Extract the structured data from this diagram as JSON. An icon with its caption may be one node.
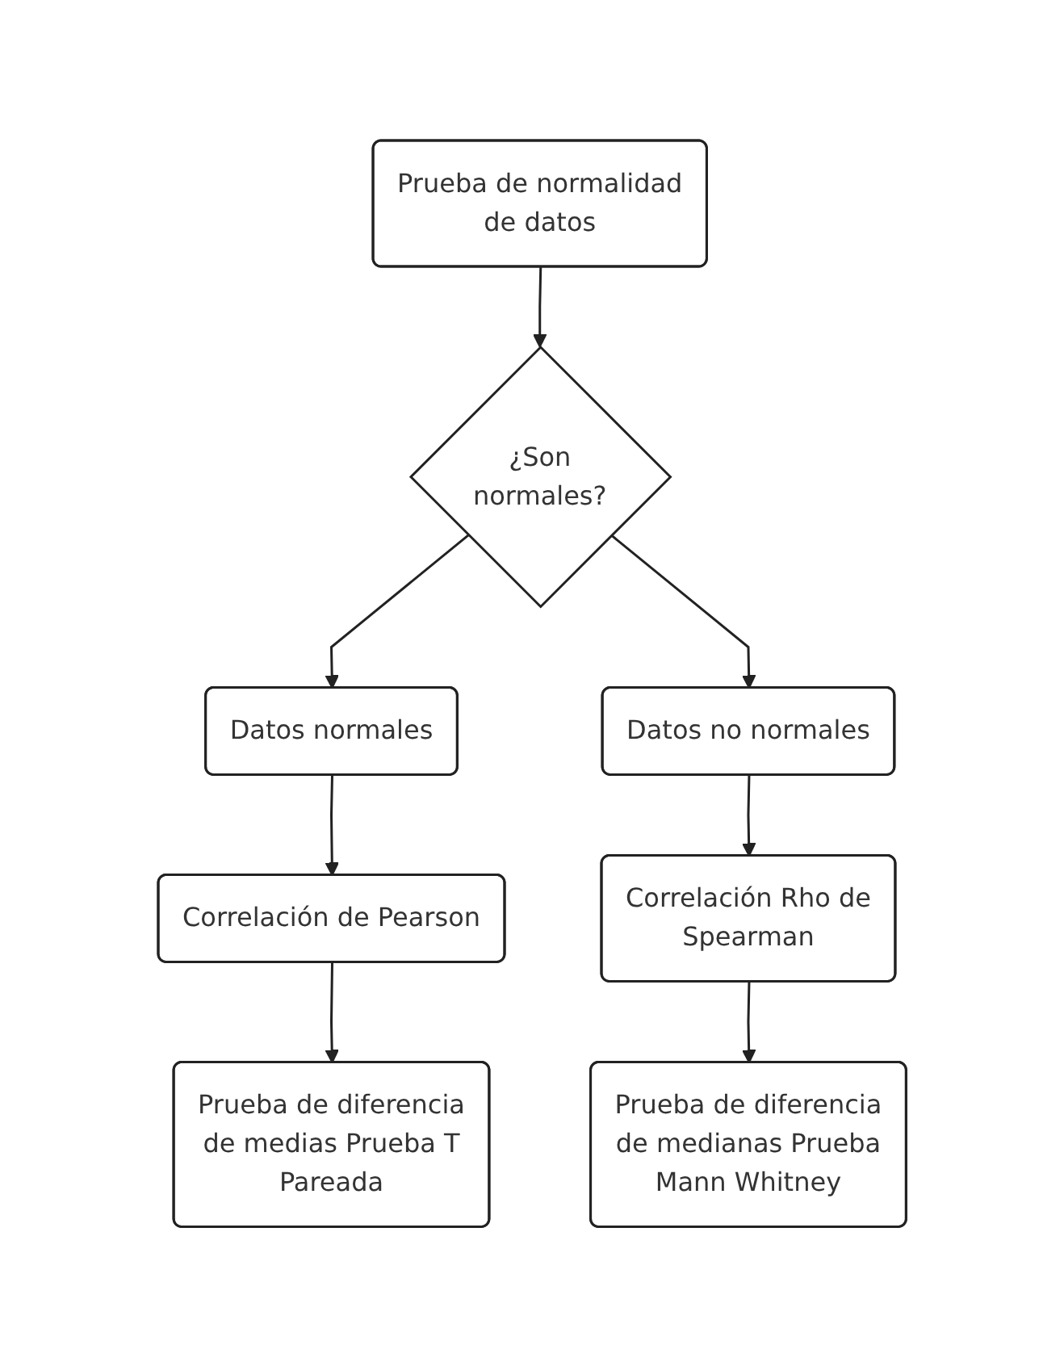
{
  "diagram": {
    "nodes": [
      {
        "text": [
          "Prueba de normalidad de datos"
        ]
      },
      {
        "text": [
          "¿Son normales?"
        ]
      },
      {
        "text": [
          "Datos normales"
        ]
      },
      {
        "text": [
          "Datos no normales"
        ]
      },
      {
        "text": [
          "Correlación de Pearson"
        ]
      },
      {
        "text": [
          "Correlación Rho de Spearman"
        ]
      },
      {
        "text": [
          "Prueba de diferencia de medias Prueba T Pareada"
        ]
      },
      {
        "text": [
          "Prueba de diferencia de medianas Prueba Mann Whitney"
        ]
      }
    ],
    "edges": [
      {
        "from": 0,
        "to": 1,
        "arrow": "to"
      },
      {
        "from": 1,
        "to": 2,
        "arrow": "to"
      },
      {
        "from": 1,
        "to": 3,
        "arrow": "to"
      },
      {
        "from": 2,
        "to": 4,
        "arrow": "to"
      },
      {
        "from": 3,
        "to": 5,
        "arrow": "to"
      },
      {
        "from": 4,
        "to": 6,
        "arrow": "to"
      },
      {
        "from": 5,
        "to": 7,
        "arrow": "to"
      }
    ]
  }
}
